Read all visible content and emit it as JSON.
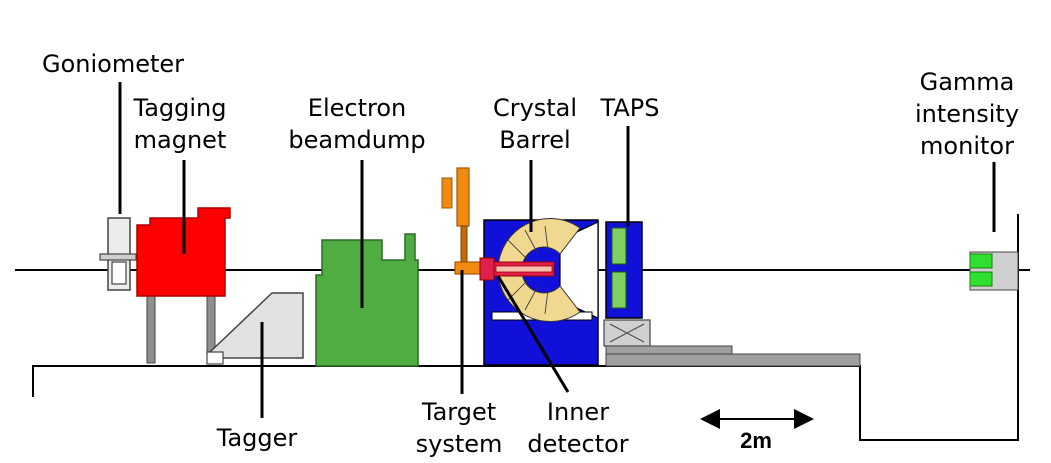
{
  "labels": {
    "goniometer": "Goniometer",
    "tagging_magnet": [
      "Tagging",
      "magnet"
    ],
    "electron_beamdump": [
      "Electron",
      "beamdump"
    ],
    "crystal_barrel": [
      "Crystal",
      "Barrel"
    ],
    "taps": "TAPS",
    "gamma_intensity_monitor": [
      "Gamma",
      "intensity",
      "monitor"
    ],
    "tagger": "Tagger",
    "target_system": [
      "Target",
      "system"
    ],
    "inner_detector": [
      "Inner",
      "detector"
    ],
    "scale_bar": "2m"
  },
  "colors": {
    "magnet": "#ff0000",
    "beamdump": "#4fad42",
    "barrel": "#1010d8",
    "crystals": "#f0d890",
    "target": "#f08a10",
    "inner": "#e0204a",
    "taps": "#7fd060",
    "monitor": "#30e030",
    "tagger": "#e2e2e2",
    "stand": "#8f8f8f"
  }
}
